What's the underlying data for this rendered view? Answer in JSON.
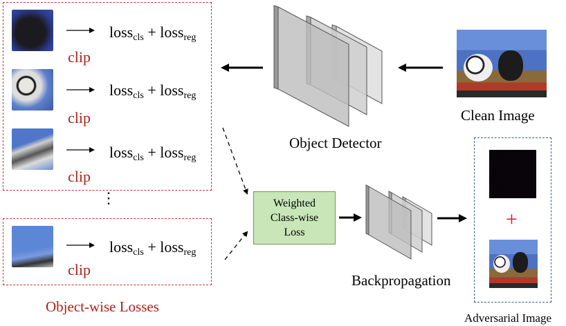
{
  "object_wise": {
    "loss_main": "loss",
    "loss_cls_sub": "cls",
    "plus": " + ",
    "loss_reg_sub": "reg",
    "clip_label": "clip",
    "title": "Object-wise Losses"
  },
  "detector": {
    "label": "Object Detector"
  },
  "clean_image": {
    "label": "Clean Image"
  },
  "weighted_loss": {
    "line1": "Weighted",
    "line2": "Class-wise",
    "line3": "Loss"
  },
  "backprop": {
    "label": "Backpropagation"
  },
  "adversarial": {
    "label": "Adversarial Image",
    "plus": "+"
  },
  "ellipsis": "⋮",
  "colors": {
    "red_text": "#b0201a",
    "green_box": "#c8e6b8",
    "blue_dash": "#3a5a8c"
  }
}
